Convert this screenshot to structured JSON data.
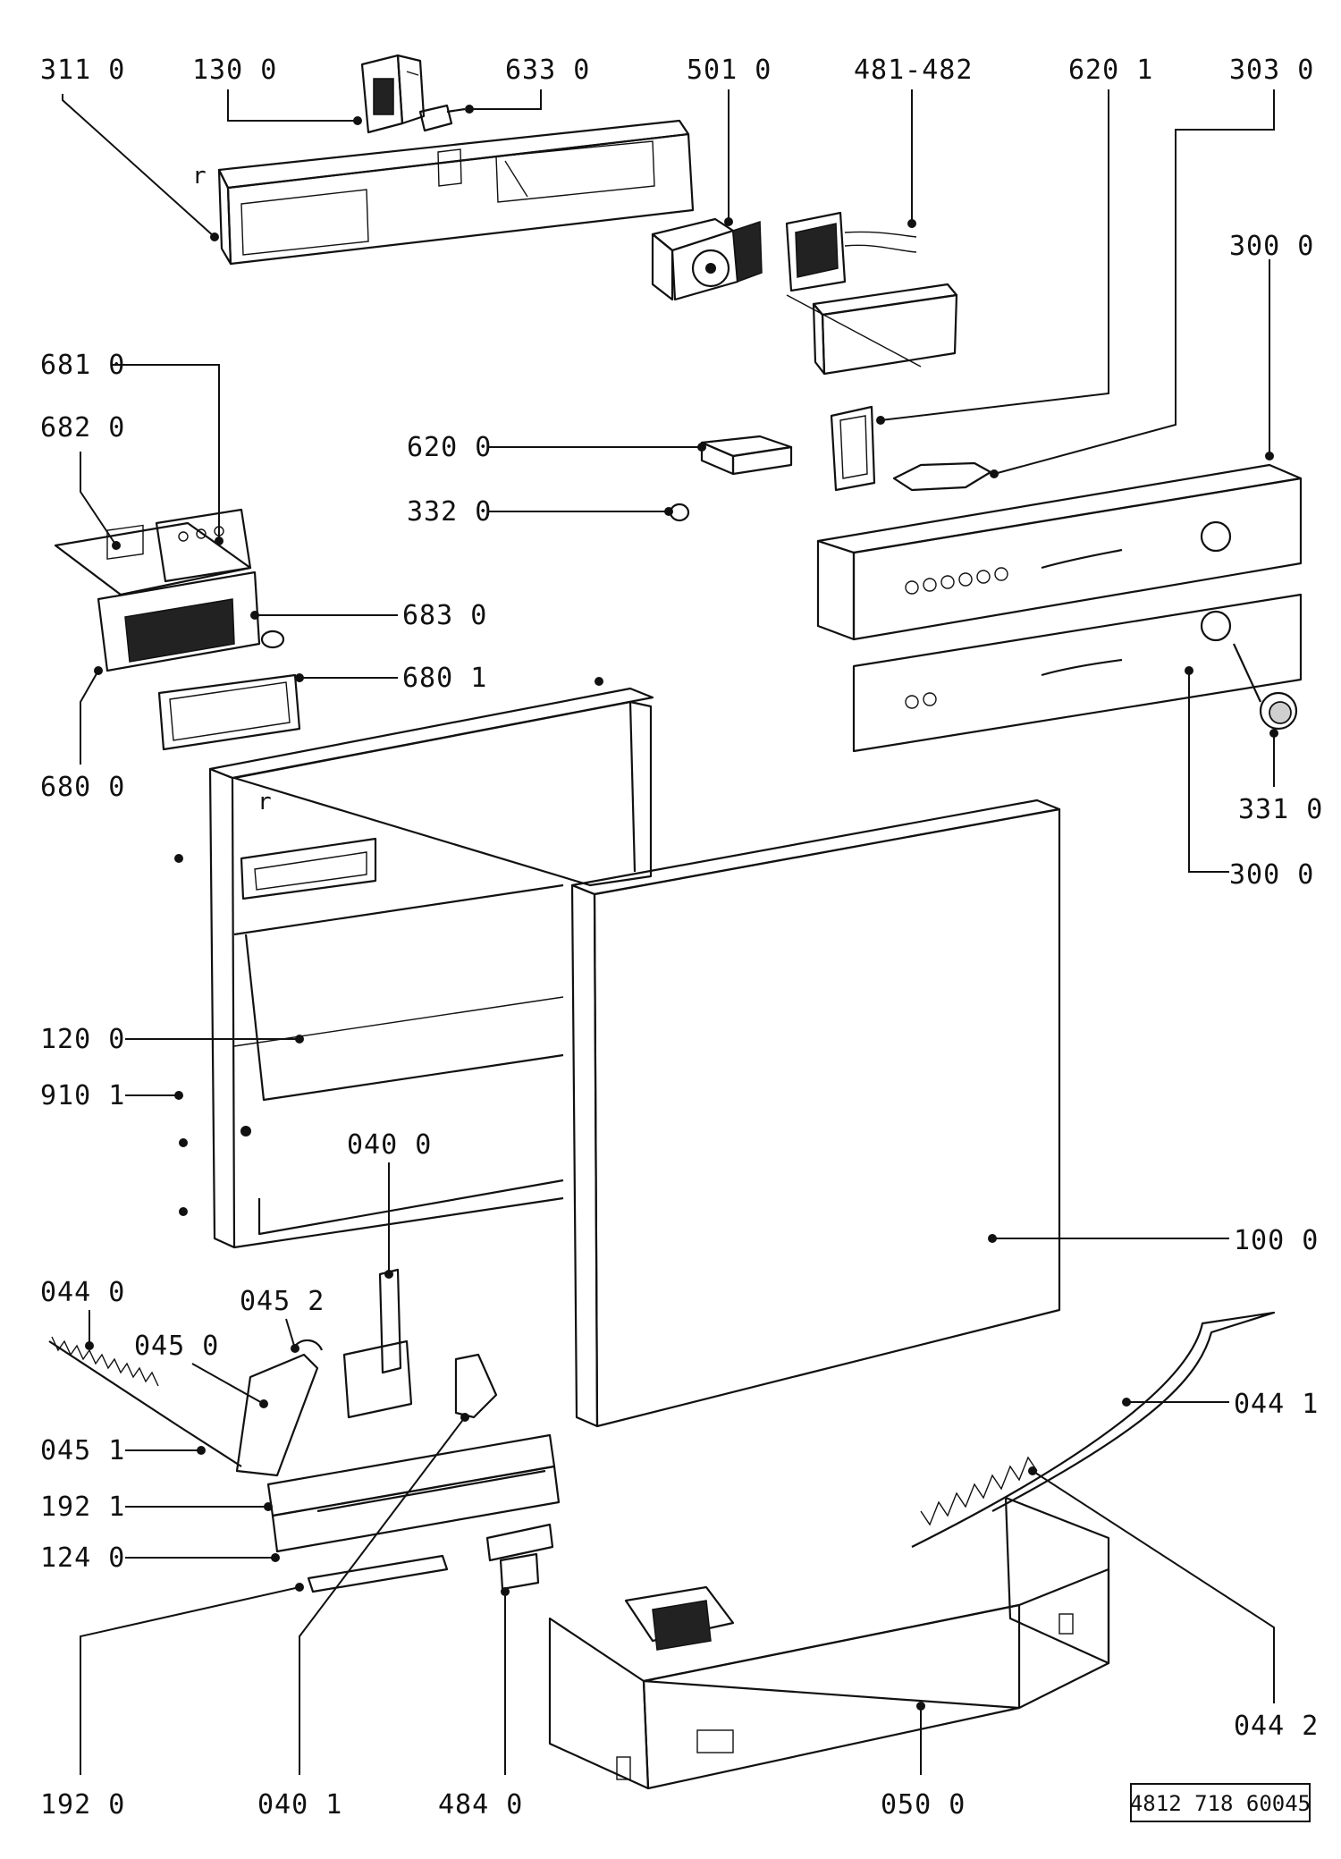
{
  "labels": {
    "p311_0": "311 0",
    "p130_0": "130 0",
    "p633_0": "633 0",
    "p501_0": "501 0",
    "p481_482": "481-482",
    "p620_1": "620 1",
    "p303_0": "303 0",
    "p300_0_top": "300 0",
    "p681_0": "681 0",
    "p682_0": "682 0",
    "p620_0": "620 0",
    "p332_0": "332 0",
    "p683_0": "683 0",
    "p680_1": "680 1",
    "p680_0": "680 0",
    "p331_0": "331 0",
    "p300_0_bottom": "300 0",
    "p120_0": "120 0",
    "p910_1": "910 1",
    "p040_0": "040 0",
    "p100_0": "100 0",
    "p044_0": "044 0",
    "p045_2": "045 2",
    "p045_0": "045 0",
    "p044_1": "044 1",
    "p045_1": "045 1",
    "p192_1": "192 1",
    "p124_0": "124 0",
    "p044_2": "044 2",
    "p192_0": "192 0",
    "p040_1": "040 1",
    "p484_0": "484 0",
    "p050_0": "050 0"
  },
  "small_marks": {
    "r_top": "r",
    "r_door": "r"
  },
  "drawing_number": "4812 718 60045"
}
